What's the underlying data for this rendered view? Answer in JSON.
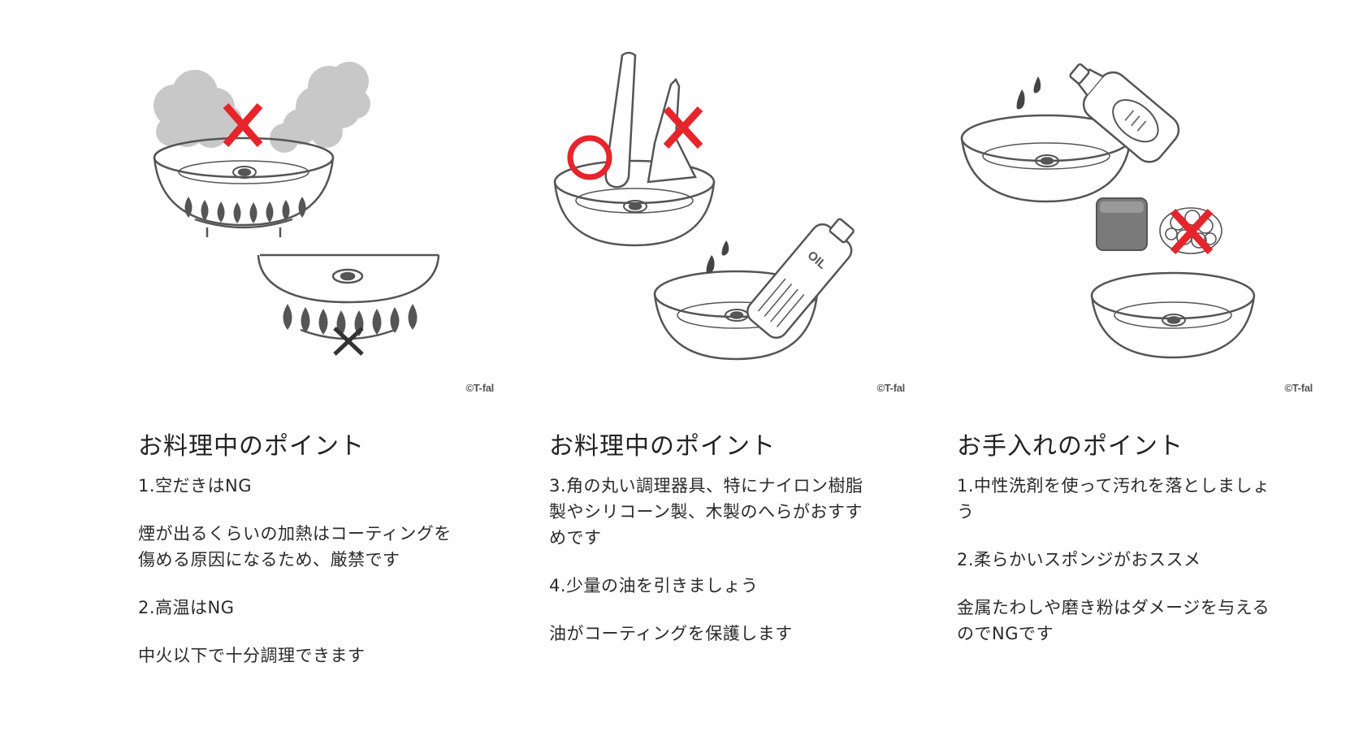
{
  "cards": [
    {
      "credit": "©T-fal",
      "title": "お料理中のポイント",
      "paragraphs": [
        "1.空だきはNG",
        "煙が出るくらいの加熱はコーティングを\n傷める原因になるため、厳禁です",
        "2.高温はNG",
        "中火以下で十分調理できます"
      ]
    },
    {
      "credit": "©T-fal",
      "title": "お料理中のポイント",
      "paragraphs": [
        "3.角の丸い調理器具、特にナイロン樹脂\n製やシリコーン製、木製のへらがおすす\nめです",
        "4.少量の油を引きましょう",
        "油がコーティングを保護します"
      ],
      "bottle_label": "OIL"
    },
    {
      "credit": "©T-fal",
      "title": "お手入れのポイント",
      "paragraphs": [
        "1.中性洗剤を使って汚れを落としましょ\nう",
        "2.柔らかいスポンジがおススメ",
        "金属たわしや磨き粉はダメージを与える\nのでNGです"
      ]
    }
  ],
  "colors": {
    "ng_mark": "#e5252c",
    "ok_mark": "#e5252c",
    "line": "#555555",
    "smoke": "#c8c8c8",
    "flame": "#555555",
    "sponge": "#7a7a7a"
  },
  "icons": [
    "ng-cross-icon",
    "ok-circle-icon",
    "oil-bottle-icon",
    "detergent-bottle-icon",
    "sponge-icon",
    "steel-wool-icon"
  ]
}
